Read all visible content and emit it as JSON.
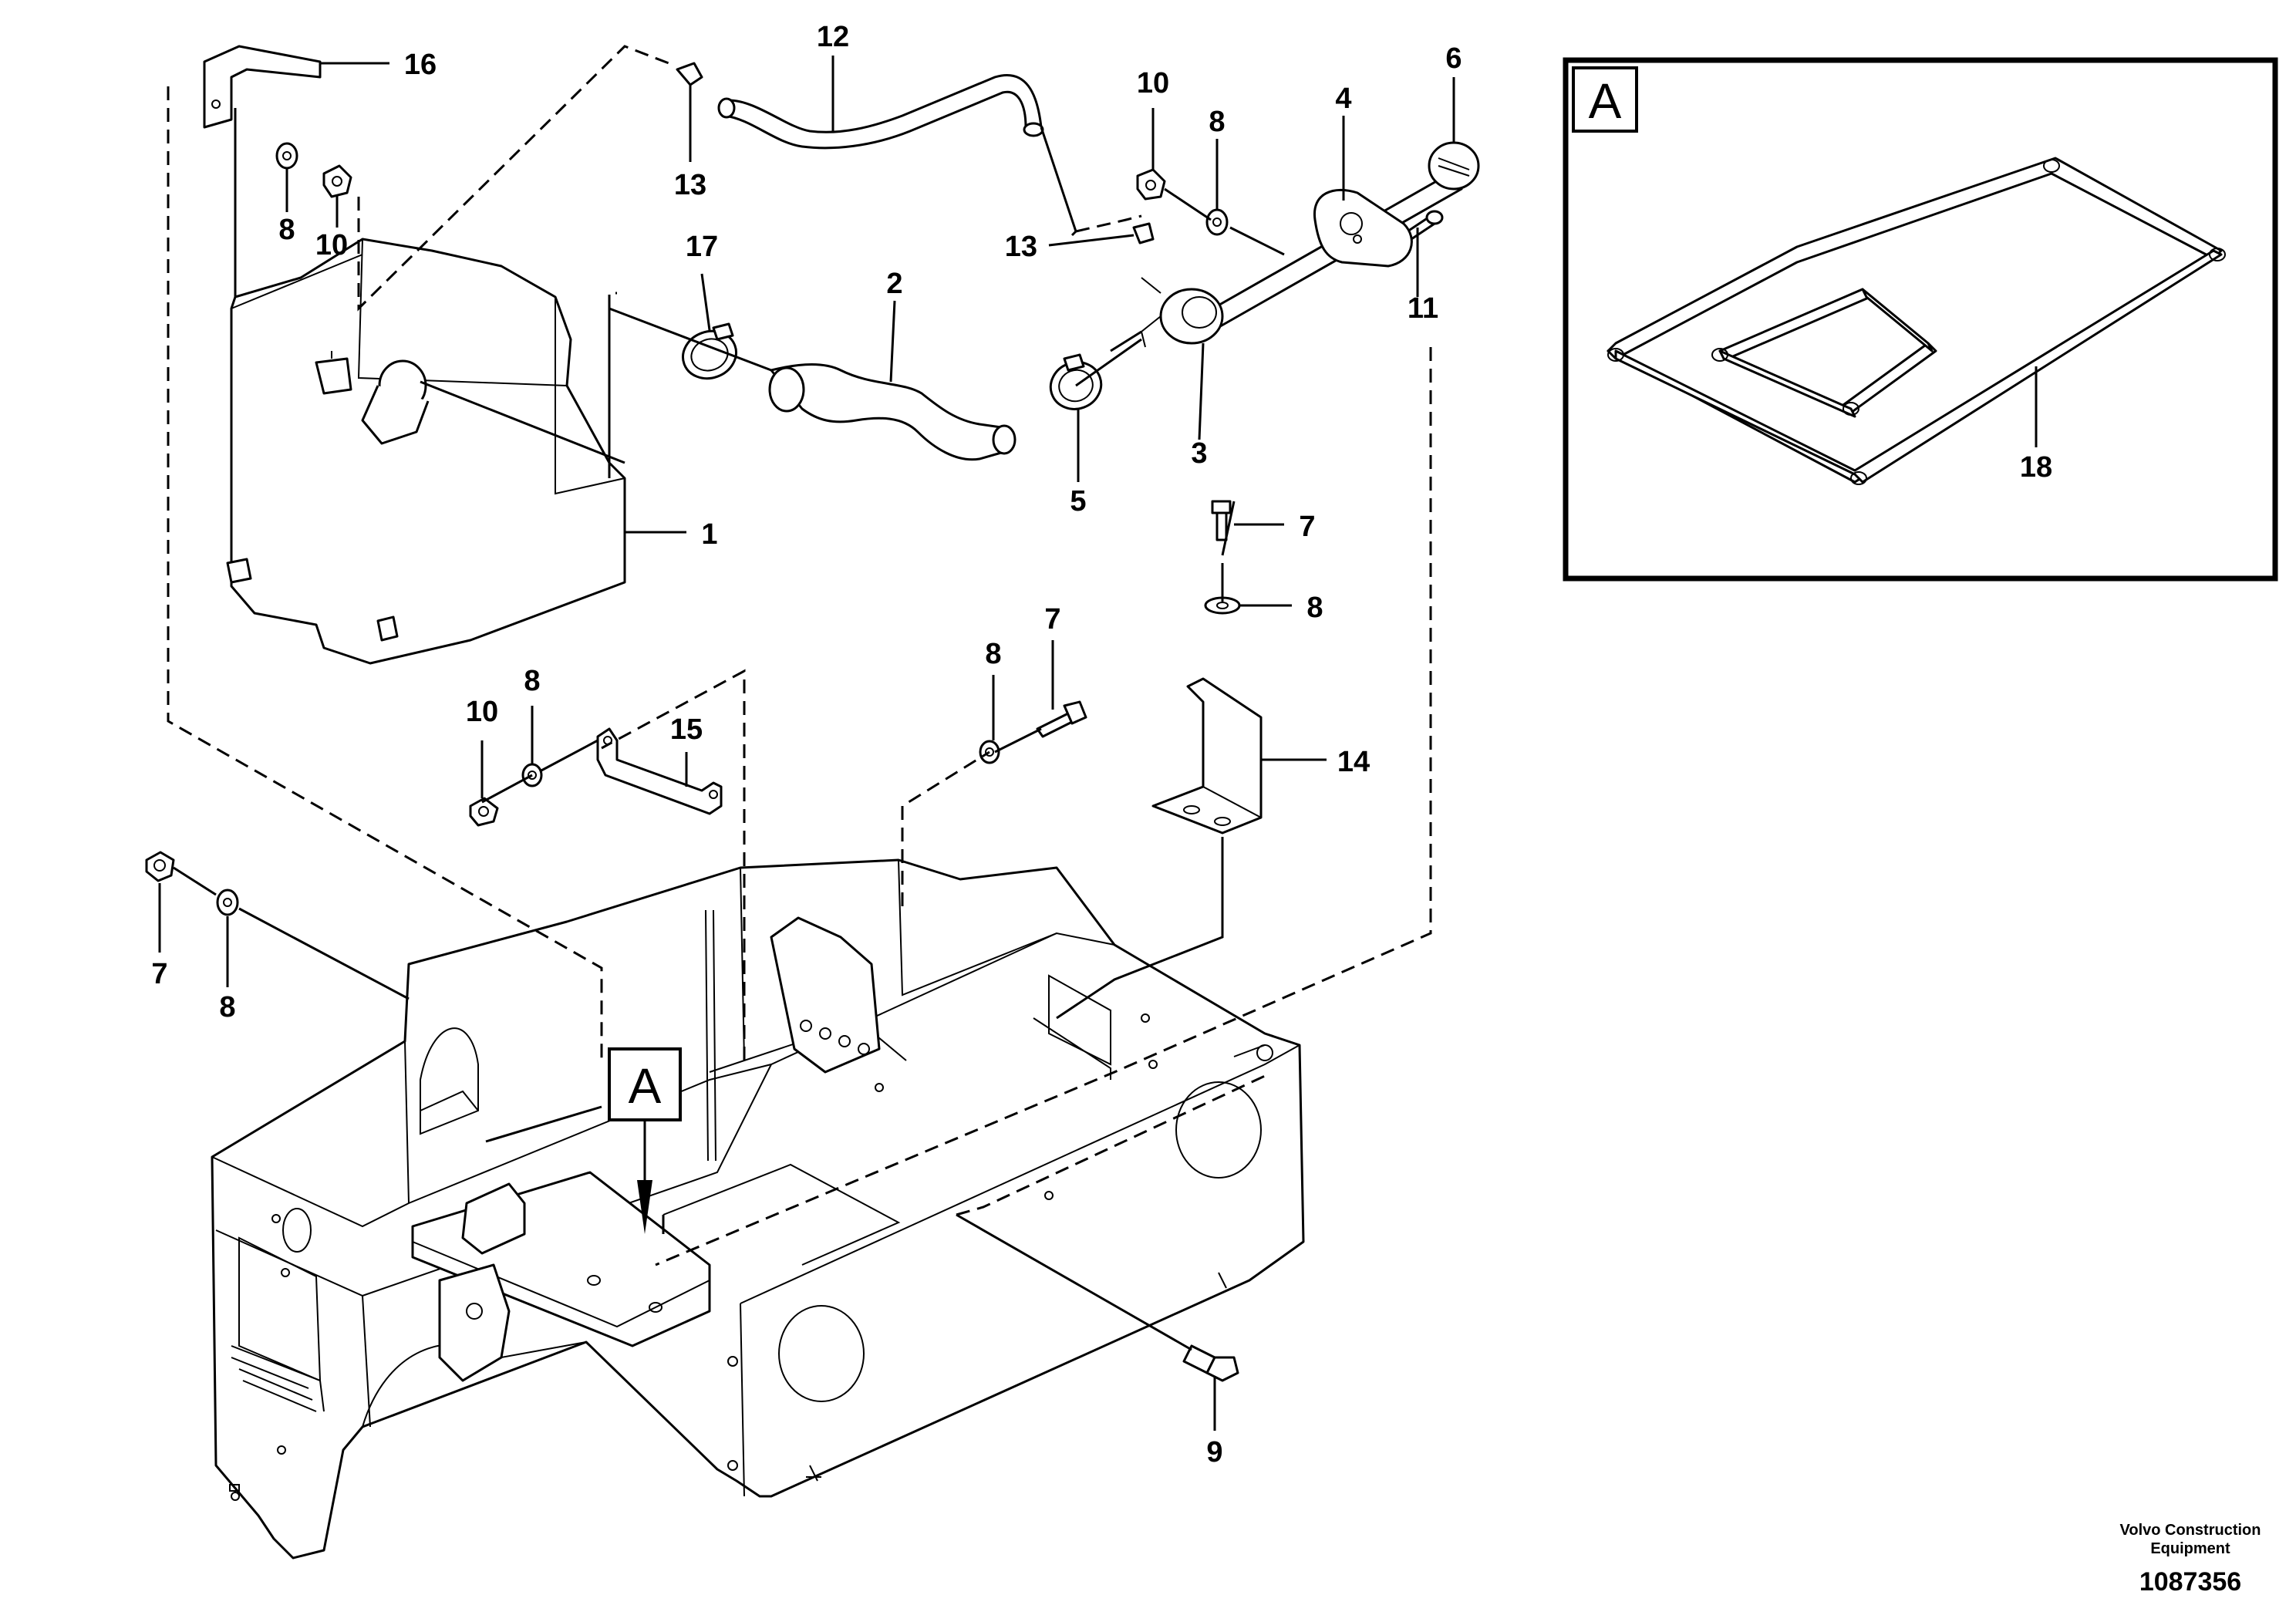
{
  "labels": {
    "p1": "1",
    "p2": "2",
    "p3": "3",
    "p4": "4",
    "p5": "5",
    "p6": "6",
    "p7a": "7",
    "p7b": "7",
    "p7c": "7",
    "p8a": "8",
    "p8b": "8",
    "p8c": "8",
    "p8d": "8",
    "p8e": "8",
    "p8f": "8",
    "p9": "9",
    "p10a": "10",
    "p10b": "10",
    "p10c": "10",
    "p11": "11",
    "p12": "12",
    "p13a": "13",
    "p13b": "13",
    "p14": "14",
    "p15": "15",
    "p16": "16",
    "p17": "17",
    "p18": "18"
  },
  "detail_tag": "A",
  "inset_tag": "A",
  "footer": {
    "company_line1": "Volvo Construction",
    "company_line2": "Equipment",
    "drawing_number": "1087356"
  }
}
